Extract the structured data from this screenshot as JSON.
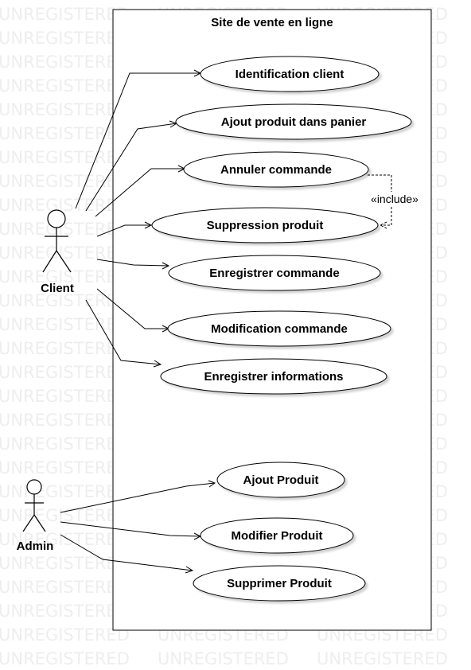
{
  "watermark": "UNREGISTERED",
  "system": {
    "title": "Site de vente en ligne"
  },
  "actors": [
    {
      "id": "client",
      "label": "Client"
    },
    {
      "id": "admin",
      "label": "Admin"
    }
  ],
  "use_cases": [
    {
      "id": "uc1",
      "label": "Identification client"
    },
    {
      "id": "uc2",
      "label": "Ajout produit dans panier"
    },
    {
      "id": "uc3",
      "label": "Annuler commande"
    },
    {
      "id": "uc4",
      "label": "Suppression produit"
    },
    {
      "id": "uc5",
      "label": "Enregistrer commande"
    },
    {
      "id": "uc6",
      "label": "Modification commande"
    },
    {
      "id": "uc7",
      "label": "Enregistrer informations"
    },
    {
      "id": "uc8",
      "label": "Ajout Produit"
    },
    {
      "id": "uc9",
      "label": "Modifier Produit"
    },
    {
      "id": "uc10",
      "label": "Supprimer Produit"
    }
  ],
  "relations": {
    "include_label": "«include»"
  }
}
